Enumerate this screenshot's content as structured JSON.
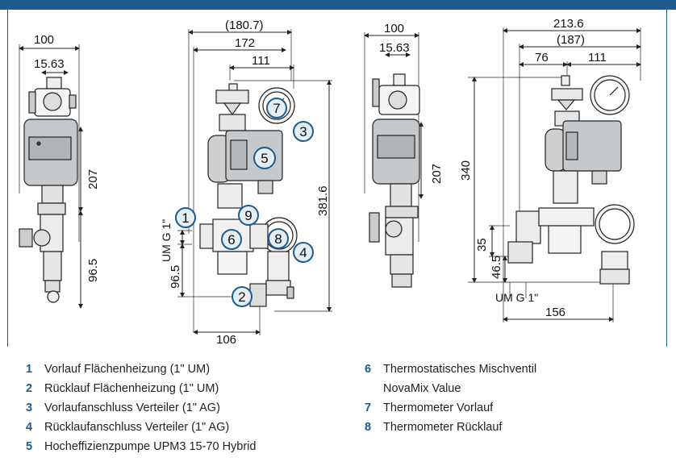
{
  "colors": {
    "accent": "#1e5b8e",
    "callout_fill": "#e6eef5",
    "line": "#222222",
    "pump_gray": "#bfc3c6"
  },
  "dimensions": {
    "d1_width": "100",
    "d1_spacing": "15.63",
    "d1_height": "207",
    "d1_lower": "96.5",
    "d2_width_a": "(180.7)",
    "d2_width_b": "172",
    "d2_width_c": "111",
    "d2_height": "381.6",
    "d2_thread": "UM G 1\"",
    "d2_lower": "96.5",
    "d2_bottom": "106",
    "d3_width": "100",
    "d3_spacing": "15.63",
    "d3_height": "207",
    "d4_width_a": "213.6",
    "d4_width_b": "(187)",
    "d4_width_c": "76",
    "d4_width_d": "111",
    "d4_height": "340",
    "d4_h_a": "35",
    "d4_h_b": "46.5",
    "d4_thread": "UM G 1\"",
    "d4_bottom": "156"
  },
  "callouts": [
    "1",
    "2",
    "3",
    "4",
    "5",
    "6",
    "7",
    "8",
    "9"
  ],
  "legend": {
    "left": [
      {
        "num": "1",
        "text": "Vorlauf Flächenheizung (1\" UM)"
      },
      {
        "num": "2",
        "text": "Rücklauf Flächenheizung (1\" UM)"
      },
      {
        "num": "3",
        "text": "Vorlaufanschluss Verteiler (1\" AG)"
      },
      {
        "num": "4",
        "text": "Rücklaufanschluss Verteiler (1\" AG)"
      },
      {
        "num": "5",
        "text": "Hocheffizienzpumpe UPM3 15-70 Hybrid"
      }
    ],
    "right": [
      {
        "num": "6",
        "text": "Thermostatisches Mischventil",
        "text2": "NovaMix Value"
      },
      {
        "num": "7",
        "text": "Thermometer Vorlauf"
      },
      {
        "num": "8",
        "text": "Thermometer Rücklauf"
      }
    ]
  }
}
